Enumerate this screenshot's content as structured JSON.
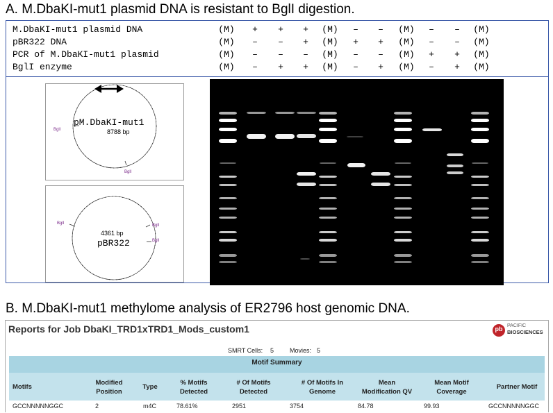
{
  "panel_a": {
    "heading": "A.  M.DbaKI-mut1 plasmid DNA is resistant to BglI digestion.",
    "rows": [
      {
        "label": "M.DbaKI-mut1 plasmid DNA",
        "symbols": [
          "(M)",
          "+",
          "+",
          "+",
          "(M)",
          "–",
          "–",
          "(M)",
          "–",
          "–",
          "(M)"
        ]
      },
      {
        "label": "pBR322 DNA",
        "symbols": [
          "(M)",
          "–",
          "–",
          "+",
          "(M)",
          "+",
          "+",
          "(M)",
          "–",
          "–",
          "(M)"
        ]
      },
      {
        "label": "PCR of M.DbaKI-mut1 plasmid",
        "symbols": [
          "(M)",
          "–",
          "–",
          "–",
          "(M)",
          "–",
          "–",
          "(M)",
          "+",
          "+",
          "(M)"
        ]
      },
      {
        "label": "BglI enzyme",
        "symbols": [
          "(M)",
          "–",
          "+",
          "+",
          "(M)",
          "–",
          "+",
          "(M)",
          "–",
          "+",
          "(M)"
        ]
      }
    ],
    "map1": {
      "title": "pM.DbaKI-mut1",
      "size": "8788 bp",
      "site_a": "BglI",
      "site_b": "BglI"
    },
    "map2": {
      "title": "pBR322",
      "size": "4361 bp",
      "site_a": "BglI",
      "site_b": "BglI",
      "site_c": "BglI"
    }
  },
  "panel_b": {
    "heading": "B. M.DbaKI-mut1 methylome analysis of ER2796 host genomic DNA.",
    "report_title": "Reports for Job DbaKI_TRD1xTRD1_Mods_custom1",
    "brand_line1": "PACIFIC",
    "brand_line2": "BIOSCIENCES",
    "brand_logo": "pb",
    "smrt_cells_label": "SMRT Cells:",
    "smrt_cells_value": "5",
    "movies_label": "Movies:",
    "movies_value": "5",
    "section_title": "Motif Summary",
    "columns": [
      "Motifs",
      "Modified Position",
      "Type",
      "% Motifs Detected",
      "# Of Motifs Detected",
      "# Of Motifs In Genome",
      "Mean Modification QV",
      "Mean Motif Coverage",
      "Partner Motif"
    ],
    "row": [
      "GCCNNNNNGGC",
      "2",
      "m4C",
      "78.61%",
      "2951",
      "3754",
      "84.78",
      "99.93",
      "GCCNNNNNGGC"
    ]
  }
}
